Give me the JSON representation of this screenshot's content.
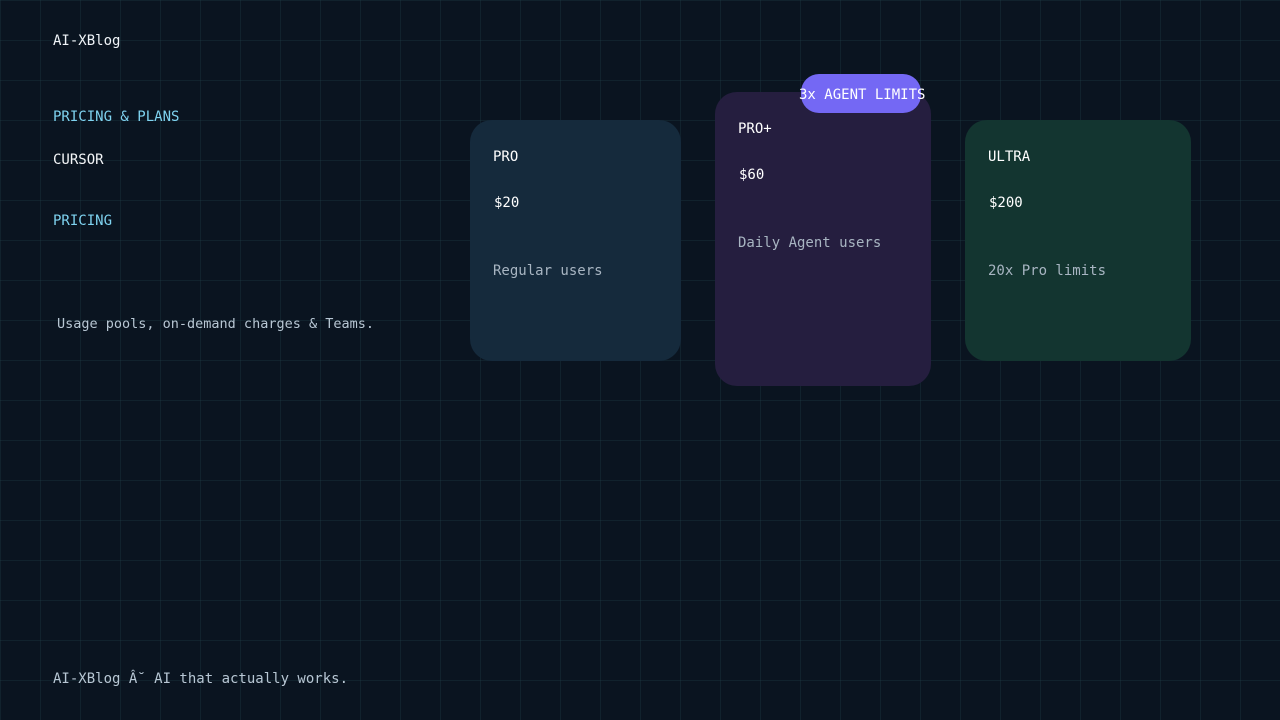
{
  "brand": "AI-XBlog",
  "kicker": "PRICING & PLANS",
  "title_line1": "CURSOR",
  "title_line2": "PRICING",
  "subtitle": "Usage pools, on-demand charges & Teams.",
  "plans": [
    {
      "name": "PRO",
      "price": "$20",
      "desc": "Regular users",
      "color": "#152a3c"
    },
    {
      "name": "PRO+",
      "price": "$60",
      "desc": "Daily Agent users",
      "color": "#251e3f",
      "badge": "3x AGENT LIMITS",
      "badge_color": "#7468f4"
    },
    {
      "name": "ULTRA",
      "price": "$200",
      "desc": "20x Pro limits",
      "color": "#133530"
    }
  ],
  "footer": "AI-XBlog Â˘ AI that actually works.",
  "colors": {
    "background": "#0a1420",
    "accent": "#7fd3f0"
  }
}
